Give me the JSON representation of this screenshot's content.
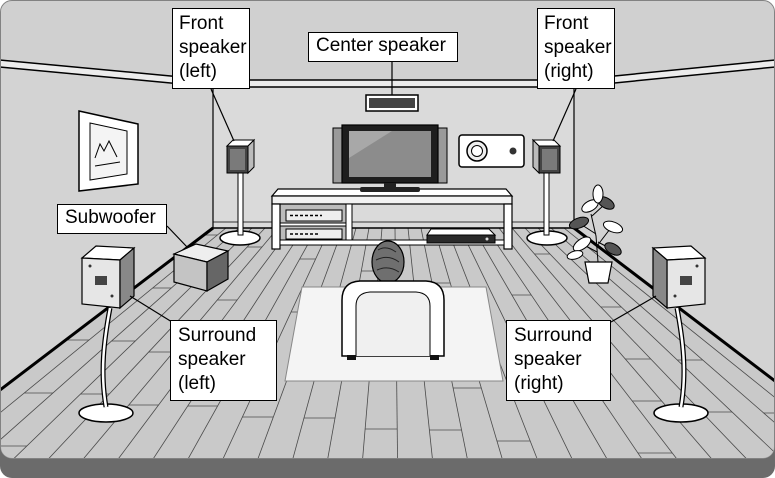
{
  "labels": {
    "front_left": {
      "lines": [
        "Front",
        "speaker",
        "(left)"
      ]
    },
    "center": {
      "text": "Center speaker"
    },
    "front_right": {
      "lines": [
        "Front",
        "speaker",
        "(right)"
      ]
    },
    "subwoofer": {
      "text": "Subwoofer"
    },
    "surround_left": {
      "lines": [
        "Surround",
        "speaker",
        "(left)"
      ]
    },
    "surround_right": {
      "lines": [
        "Surround",
        "speaker",
        "(right)"
      ]
    }
  },
  "colors": {
    "panel": "#cecece",
    "frame_band": "#6b6b6b",
    "label_background": "#ffffff",
    "outline": "#000000"
  }
}
